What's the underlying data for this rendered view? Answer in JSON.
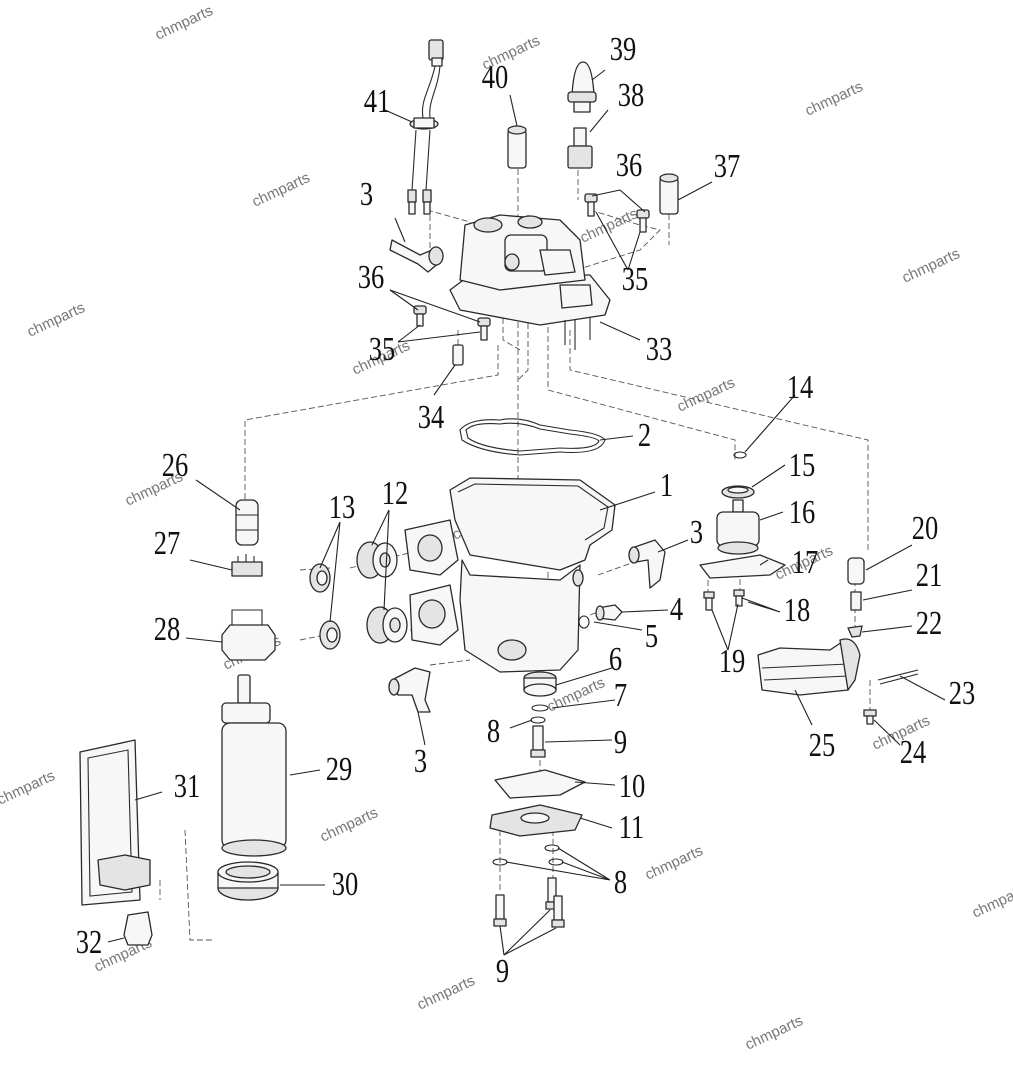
{
  "callouts": [
    "1",
    "2",
    "3",
    "3",
    "3",
    "4",
    "5",
    "6",
    "7",
    "8",
    "8",
    "9",
    "9",
    "10",
    "11",
    "12",
    "13",
    "14",
    "15",
    "16",
    "17",
    "18",
    "19",
    "20",
    "21",
    "22",
    "23",
    "24",
    "25",
    "26",
    "27",
    "28",
    "29",
    "30",
    "31",
    "32",
    "33",
    "34",
    "35",
    "35",
    "36",
    "36",
    "37",
    "38",
    "39",
    "40",
    "41"
  ],
  "watermark": "chmparts"
}
